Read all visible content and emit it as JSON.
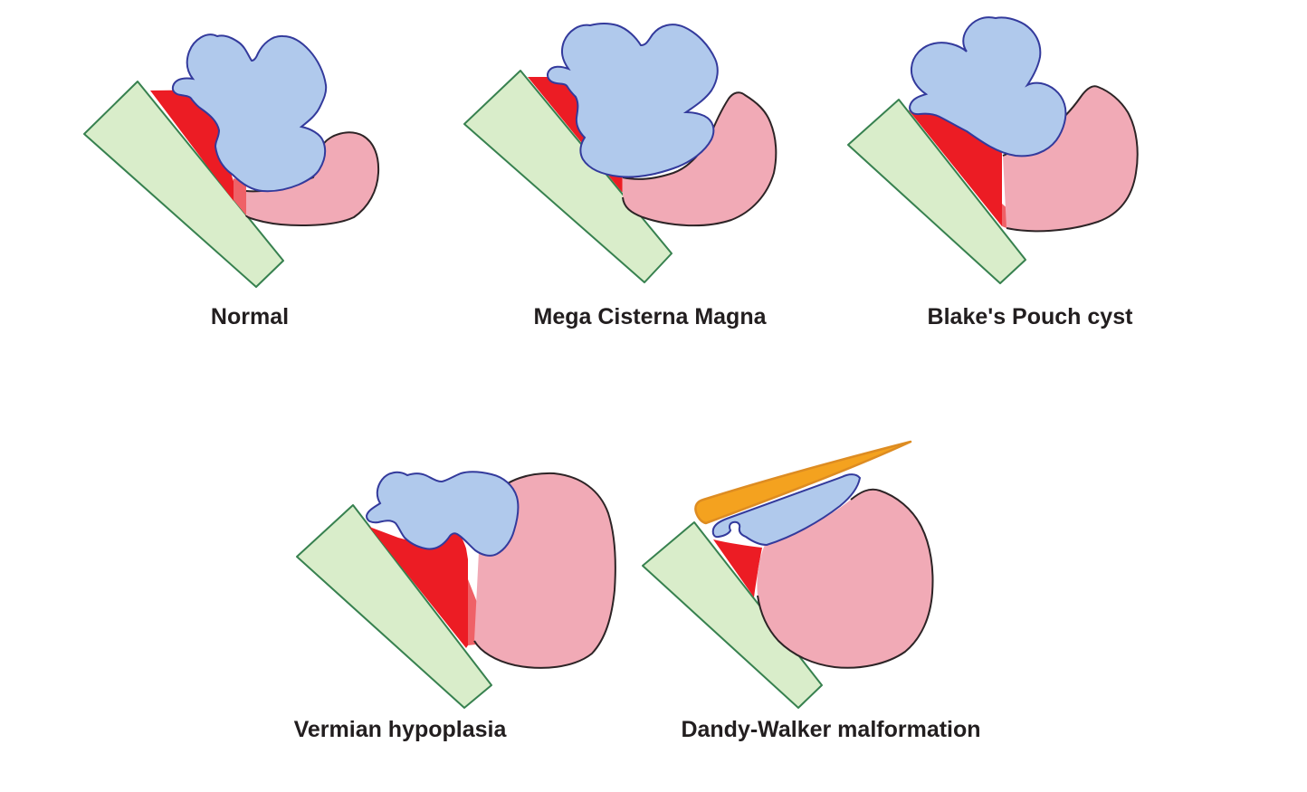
{
  "figure": {
    "panels": [
      {
        "id": "normal",
        "label": "Normal"
      },
      {
        "id": "mega-cisterna-magna",
        "label": "Mega Cisterna Magna"
      },
      {
        "id": "blakes-pouch-cyst",
        "label": "Blake's Pouch cyst"
      },
      {
        "id": "vermian-hypoplasia",
        "label": "Vermian hypoplasia"
      },
      {
        "id": "dandy-walker-malformation",
        "label": "Dandy-Walker malformation"
      }
    ]
  },
  "colors": {
    "background": "#ffffff",
    "slab_green_fill": "#d9edca",
    "slab_green_stroke": "#37814f",
    "ventricle_red": "#ec1c24",
    "ventricle_red_light": "#ef6167",
    "vermis_blue_fill": "#b0c9ec",
    "vermis_blue_stroke": "#333a9c",
    "cyst_pink_fill": "#f1aab6",
    "cyst_pink_stroke": "#2d2426",
    "wedge_orange_fill": "#f4a21f",
    "wedge_orange_stroke": "#dd8c22",
    "label_text": "#221e1f"
  }
}
